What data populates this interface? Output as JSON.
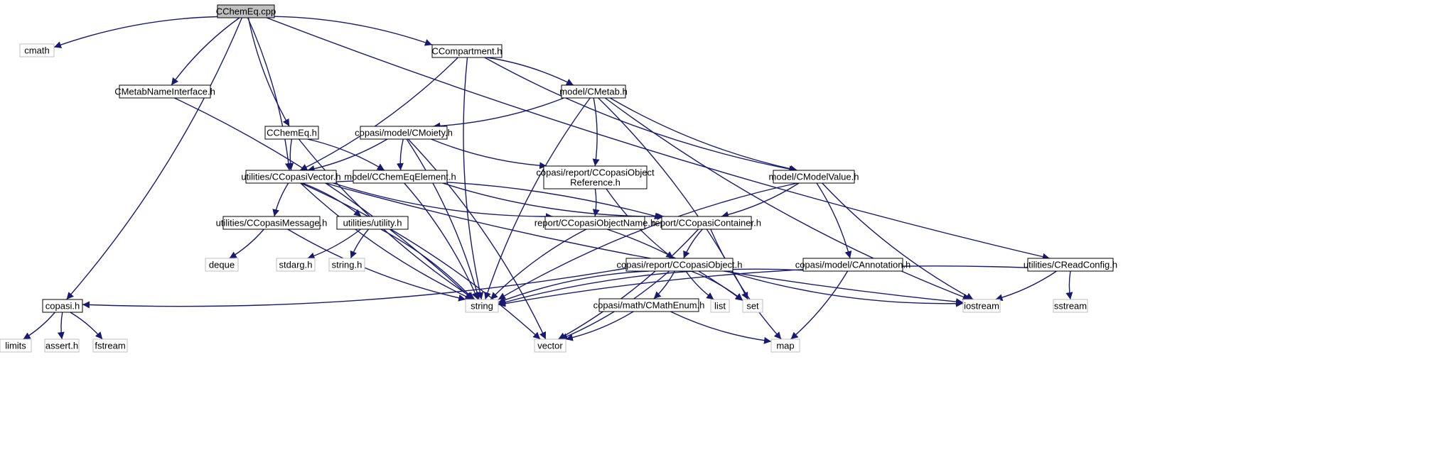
{
  "colors": {
    "edge": "#191970",
    "node_border": "#000000",
    "external_border": "#bfbfbf",
    "root_fill": "#bfbfbf",
    "node_fill": "#ffffff",
    "text": "#000000",
    "external_text": "#404040"
  },
  "nodes": [
    {
      "id": "cchemeq_cpp",
      "label": "CChemEq.cpp",
      "kind": "root"
    },
    {
      "id": "cmath",
      "label": "cmath",
      "kind": "external"
    },
    {
      "id": "copasi_h",
      "label": "copasi.h",
      "kind": "header"
    },
    {
      "id": "cmetabnameinterface_h",
      "label": "CMetabNameInterface.h",
      "kind": "header"
    },
    {
      "id": "cchemeq_h",
      "label": "CChemEq.h",
      "kind": "header"
    },
    {
      "id": "ccompartment_h",
      "label": "CCompartment.h",
      "kind": "header"
    },
    {
      "id": "model_cmetab_h",
      "label": "model/CMetab.h",
      "kind": "header"
    },
    {
      "id": "copasi_model_cmoiety_h",
      "label": "copasi/model/CMoiety.h",
      "kind": "header"
    },
    {
      "id": "utilities_ccopasivector_h",
      "label": "utilities/CCopasiVector.h",
      "kind": "header"
    },
    {
      "id": "model_cchemeqelement_h",
      "label": "model/CChemEqElement.h",
      "kind": "header"
    },
    {
      "id": "ccopasiobjectreference_h",
      "label": [
        "copasi/report/CCopasiObject",
        "Reference.h"
      ],
      "kind": "header"
    },
    {
      "id": "model_cmodelvalue_h",
      "label": "model/CModelValue.h",
      "kind": "header"
    },
    {
      "id": "utilities_ccopasimessage_h",
      "label": "utilities/CCopasiMessage.h",
      "kind": "header"
    },
    {
      "id": "utilities_utility_h",
      "label": "utilities/utility.h",
      "kind": "header"
    },
    {
      "id": "report_ccopasiobjectname_h",
      "label": "report/CCopasiObjectName.h",
      "kind": "header"
    },
    {
      "id": "report_ccopasicontainer_h",
      "label": "report/CCopasiContainer.h",
      "kind": "header"
    },
    {
      "id": "copasi_report_ccopasiobject_h",
      "label": "copasi/report/CCopasiObject.h",
      "kind": "header"
    },
    {
      "id": "copasi_model_cannotation_h",
      "label": "copasi/model/CAnnotation.h",
      "kind": "header"
    },
    {
      "id": "utilities_creadconfig_h",
      "label": "utilities/CReadConfig.h",
      "kind": "header"
    },
    {
      "id": "copasi_math_cmathenum_h",
      "label": "copasi/math/CMathEnum.h",
      "kind": "header"
    },
    {
      "id": "deque",
      "label": "deque",
      "kind": "external"
    },
    {
      "id": "stdarg_h",
      "label": "stdarg.h",
      "kind": "external"
    },
    {
      "id": "string_h",
      "label": "string.h",
      "kind": "external"
    },
    {
      "id": "string",
      "label": "string",
      "kind": "external"
    },
    {
      "id": "list",
      "label": "list",
      "kind": "external"
    },
    {
      "id": "set",
      "label": "set",
      "kind": "external"
    },
    {
      "id": "iostream",
      "label": "iostream",
      "kind": "external"
    },
    {
      "id": "sstream",
      "label": "sstream",
      "kind": "external"
    },
    {
      "id": "limits",
      "label": "limits",
      "kind": "external"
    },
    {
      "id": "assert_h",
      "label": "assert.h",
      "kind": "external"
    },
    {
      "id": "fstream",
      "label": "fstream",
      "kind": "external"
    },
    {
      "id": "vector",
      "label": "vector",
      "kind": "external"
    },
    {
      "id": "map",
      "label": "map",
      "kind": "external"
    }
  ],
  "edges": [
    [
      "cchemeq_cpp",
      "cmath"
    ],
    [
      "cchemeq_cpp",
      "copasi_h"
    ],
    [
      "cchemeq_cpp",
      "cmetabnameinterface_h"
    ],
    [
      "cchemeq_cpp",
      "utilities_ccopasivector_h"
    ],
    [
      "cchemeq_cpp",
      "cchemeq_h"
    ],
    [
      "cchemeq_cpp",
      "ccompartment_h"
    ],
    [
      "cchemeq_cpp",
      "utilities_creadconfig_h"
    ],
    [
      "cmetabnameinterface_h",
      "string"
    ],
    [
      "cchemeq_h",
      "utilities_ccopasivector_h"
    ],
    [
      "cchemeq_h",
      "model_cchemeqelement_h"
    ],
    [
      "cchemeq_h",
      "string"
    ],
    [
      "ccompartment_h",
      "utilities_ccopasivector_h"
    ],
    [
      "ccompartment_h",
      "string"
    ],
    [
      "ccompartment_h",
      "model_cmetab_h"
    ],
    [
      "ccompartment_h",
      "model_cmodelvalue_h"
    ],
    [
      "model_cmetab_h",
      "copasi_model_cmoiety_h"
    ],
    [
      "model_cmetab_h",
      "string"
    ],
    [
      "model_cmetab_h",
      "ccopasiobjectreference_h"
    ],
    [
      "model_cmetab_h",
      "model_cmodelvalue_h"
    ],
    [
      "model_cmetab_h",
      "set"
    ],
    [
      "model_cmetab_h",
      "iostream"
    ],
    [
      "copasi_model_cmoiety_h",
      "utilities_ccopasivector_h"
    ],
    [
      "copasi_model_cmoiety_h",
      "model_cchemeqelement_h"
    ],
    [
      "copasi_model_cmoiety_h",
      "string"
    ],
    [
      "copasi_model_cmoiety_h",
      "ccopasiobjectreference_h"
    ],
    [
      "copasi_model_cmoiety_h",
      "vector"
    ],
    [
      "utilities_ccopasivector_h",
      "utilities_ccopasimessage_h"
    ],
    [
      "utilities_ccopasivector_h",
      "utilities_utility_h"
    ],
    [
      "utilities_ccopasivector_h",
      "report_ccopasiobjectname_h"
    ],
    [
      "utilities_ccopasivector_h",
      "report_ccopasicontainer_h"
    ],
    [
      "utilities_ccopasivector_h",
      "string"
    ],
    [
      "utilities_ccopasivector_h",
      "vector"
    ],
    [
      "utilities_ccopasivector_h",
      "iostream"
    ],
    [
      "model_cchemeqelement_h",
      "string"
    ],
    [
      "model_cchemeqelement_h",
      "report_ccopasicontainer_h"
    ],
    [
      "ccopasiobjectreference_h",
      "report_ccopasiobjectname_h"
    ],
    [
      "ccopasiobjectreference_h",
      "copasi_report_ccopasiobject_h"
    ],
    [
      "model_cmodelvalue_h",
      "report_ccopasicontainer_h"
    ],
    [
      "model_cmodelvalue_h",
      "string"
    ],
    [
      "model_cmodelvalue_h",
      "copasi_model_cannotation_h"
    ],
    [
      "model_cmodelvalue_h",
      "iostream"
    ],
    [
      "utilities_ccopasimessage_h",
      "deque"
    ],
    [
      "utilities_ccopasimessage_h",
      "string"
    ],
    [
      "utilities_utility_h",
      "stdarg_h"
    ],
    [
      "utilities_utility_h",
      "string_h"
    ],
    [
      "utilities_utility_h",
      "string"
    ],
    [
      "report_ccopasiobjectname_h",
      "string"
    ],
    [
      "report_ccopasiobjectname_h",
      "set"
    ],
    [
      "report_ccopasicontainer_h",
      "copasi_report_ccopasiobject_h"
    ],
    [
      "report_ccopasicontainer_h",
      "vector"
    ],
    [
      "report_ccopasicontainer_h",
      "map"
    ],
    [
      "copasi_report_ccopasiobject_h",
      "copasi_h"
    ],
    [
      "copasi_report_ccopasiobject_h",
      "string"
    ],
    [
      "copasi_report_ccopasiobject_h",
      "vector"
    ],
    [
      "copasi_report_ccopasiobject_h",
      "list"
    ],
    [
      "copasi_report_ccopasiobject_h",
      "set"
    ],
    [
      "copasi_report_ccopasiobject_h",
      "iostream"
    ],
    [
      "copasi_report_ccopasiobject_h",
      "copasi_math_cmathenum_h"
    ],
    [
      "copasi_model_cannotation_h",
      "string"
    ],
    [
      "copasi_model_cannotation_h",
      "map"
    ],
    [
      "utilities_creadconfig_h",
      "string"
    ],
    [
      "utilities_creadconfig_h",
      "iostream"
    ],
    [
      "utilities_creadconfig_h",
      "sstream"
    ],
    [
      "copasi_math_cmathenum_h",
      "vector"
    ],
    [
      "copasi_math_cmathenum_h",
      "map"
    ],
    [
      "copasi_h",
      "limits"
    ],
    [
      "copasi_h",
      "assert_h"
    ],
    [
      "copasi_h",
      "fstream"
    ]
  ]
}
